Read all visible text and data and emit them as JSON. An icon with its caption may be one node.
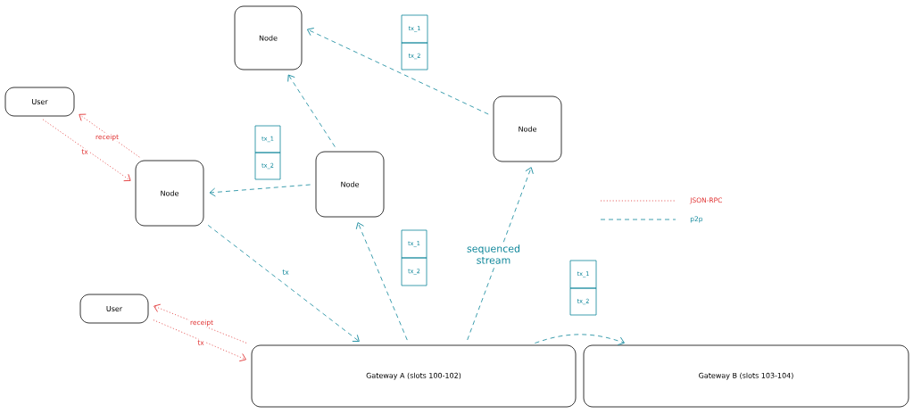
{
  "diagram": {
    "nodes": [
      {
        "text": [
          "User"
        ]
      },
      {
        "text": [
          "Node"
        ]
      },
      {
        "text": [
          "Node"
        ]
      },
      {
        "text": [
          "Node"
        ]
      },
      {
        "text": [
          "Node"
        ]
      },
      {
        "text": [
          "User"
        ]
      },
      {
        "text": [
          "Gateway A (slots 100-102)"
        ]
      },
      {
        "text": [
          "Gateway B (slots 103-104)"
        ]
      },
      {
        "text": [
          "tx_1"
        ]
      },
      {
        "text": [
          "tx_2"
        ]
      },
      {
        "text": [
          "tx_1"
        ]
      },
      {
        "text": [
          "tx_2"
        ]
      },
      {
        "text": [
          "tx_1"
        ]
      },
      {
        "text": [
          "tx_2"
        ]
      },
      {
        "text": [
          "tx_1"
        ]
      },
      {
        "text": [
          "tx_2"
        ]
      }
    ],
    "edges": [
      {
        "from": 0,
        "to": 1,
        "arrow": "to",
        "label": "tx",
        "color": "#e03131"
      },
      {
        "from": 1,
        "to": 0,
        "arrow": "to",
        "label": "receipt",
        "color": "#e03131"
      },
      {
        "from": 5,
        "to": 6,
        "arrow": "to",
        "label": "tx",
        "color": "#e03131"
      },
      {
        "from": 6,
        "to": 5,
        "arrow": "to",
        "label": "receipt",
        "color": "#e03131"
      },
      {
        "from": 3,
        "to": 1,
        "arrow": "to",
        "style": "dashed"
      },
      {
        "from": 3,
        "to": 2,
        "arrow": "to",
        "style": "dashed"
      },
      {
        "from": 4,
        "to": 2,
        "arrow": "to",
        "style": "dashed"
      },
      {
        "from": 1,
        "to": 6,
        "arrow": "to",
        "label": "tx",
        "style": "dashed"
      },
      {
        "from": 6,
        "to": 3,
        "arrow": "to",
        "style": "dashed"
      },
      {
        "from": 6,
        "to": 4,
        "arrow": "to",
        "label": "sequenced stream",
        "style": "dashed"
      },
      {
        "from": 6,
        "to": 7,
        "arrow": "to",
        "style": "dashed"
      }
    ],
    "legend": [
      {
        "text": "JSON-RPC"
      },
      {
        "text": "p2p"
      }
    ]
  }
}
